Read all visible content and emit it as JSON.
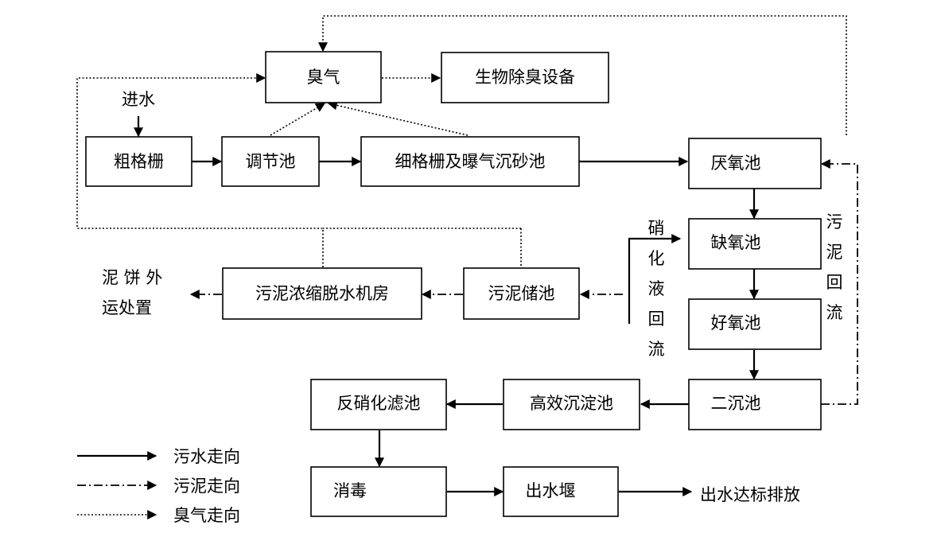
{
  "boxes": {
    "odor": "臭气",
    "bio_deodor": "生物除臭设备",
    "coarse_screen": "粗格栅",
    "regulating_tank": "调节池",
    "fine_screen_grit": "细格栅及曝气沉砂池",
    "anaerobic": "厌氧池",
    "anoxic": "缺氧池",
    "aerobic": "好氧池",
    "secondary_clarifier": "二沉池",
    "high_eff_settling": "高效沉淀池",
    "denit_filter": "反硝化滤池",
    "disinfection": "消毒",
    "outlet_weir": "出水堰",
    "sludge_storage": "污泥储池",
    "sludge_dewatering": "污泥浓缩脱水机房"
  },
  "labels": {
    "inlet": "进水",
    "effluent": "出水达标排放",
    "cake_line1": "泥 饼 外",
    "cake_line2": "运处置",
    "nitrified_return": [
      "硝",
      "化",
      "液",
      "回",
      "流"
    ],
    "sludge_return": [
      "污",
      "泥",
      "回",
      "流"
    ]
  },
  "legend": {
    "sewage": "污水走向",
    "sludge": "污泥走向",
    "odor": "臭气走向"
  },
  "colors": {
    "line": "#000000",
    "box_fill": "#ffffff"
  }
}
